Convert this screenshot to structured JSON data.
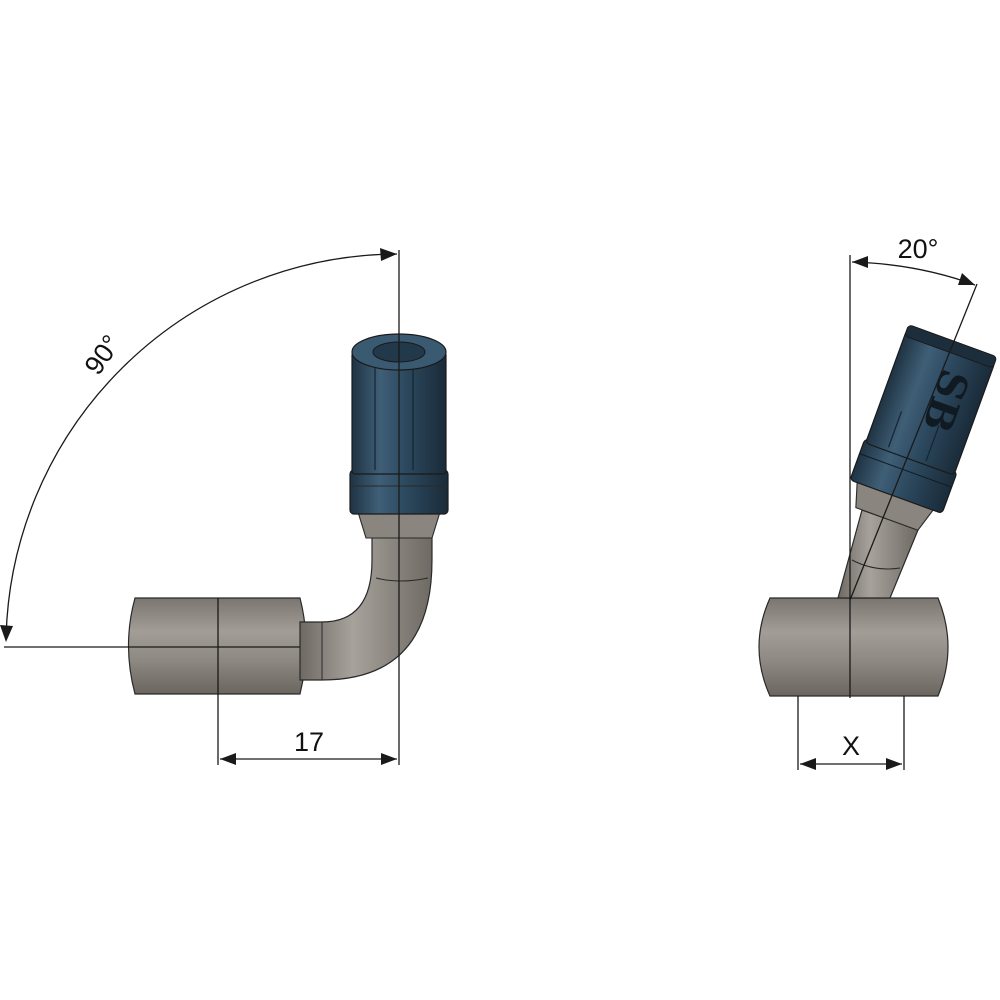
{
  "dimensions": {
    "left_angle": "90°",
    "left_width": "17",
    "right_angle": "20°",
    "right_width": "X"
  },
  "fitting_markings": {
    "brand": "SB"
  },
  "colors": {
    "nut_fill": "#2f4a5e",
    "nut_light": "#4a6a82",
    "nut_dark": "#1c2e3c",
    "metal_fill": "#8b8680",
    "metal_light": "#a6a19a",
    "metal_dark": "#6e6a64",
    "dimension_line": "#1a1a1a"
  }
}
